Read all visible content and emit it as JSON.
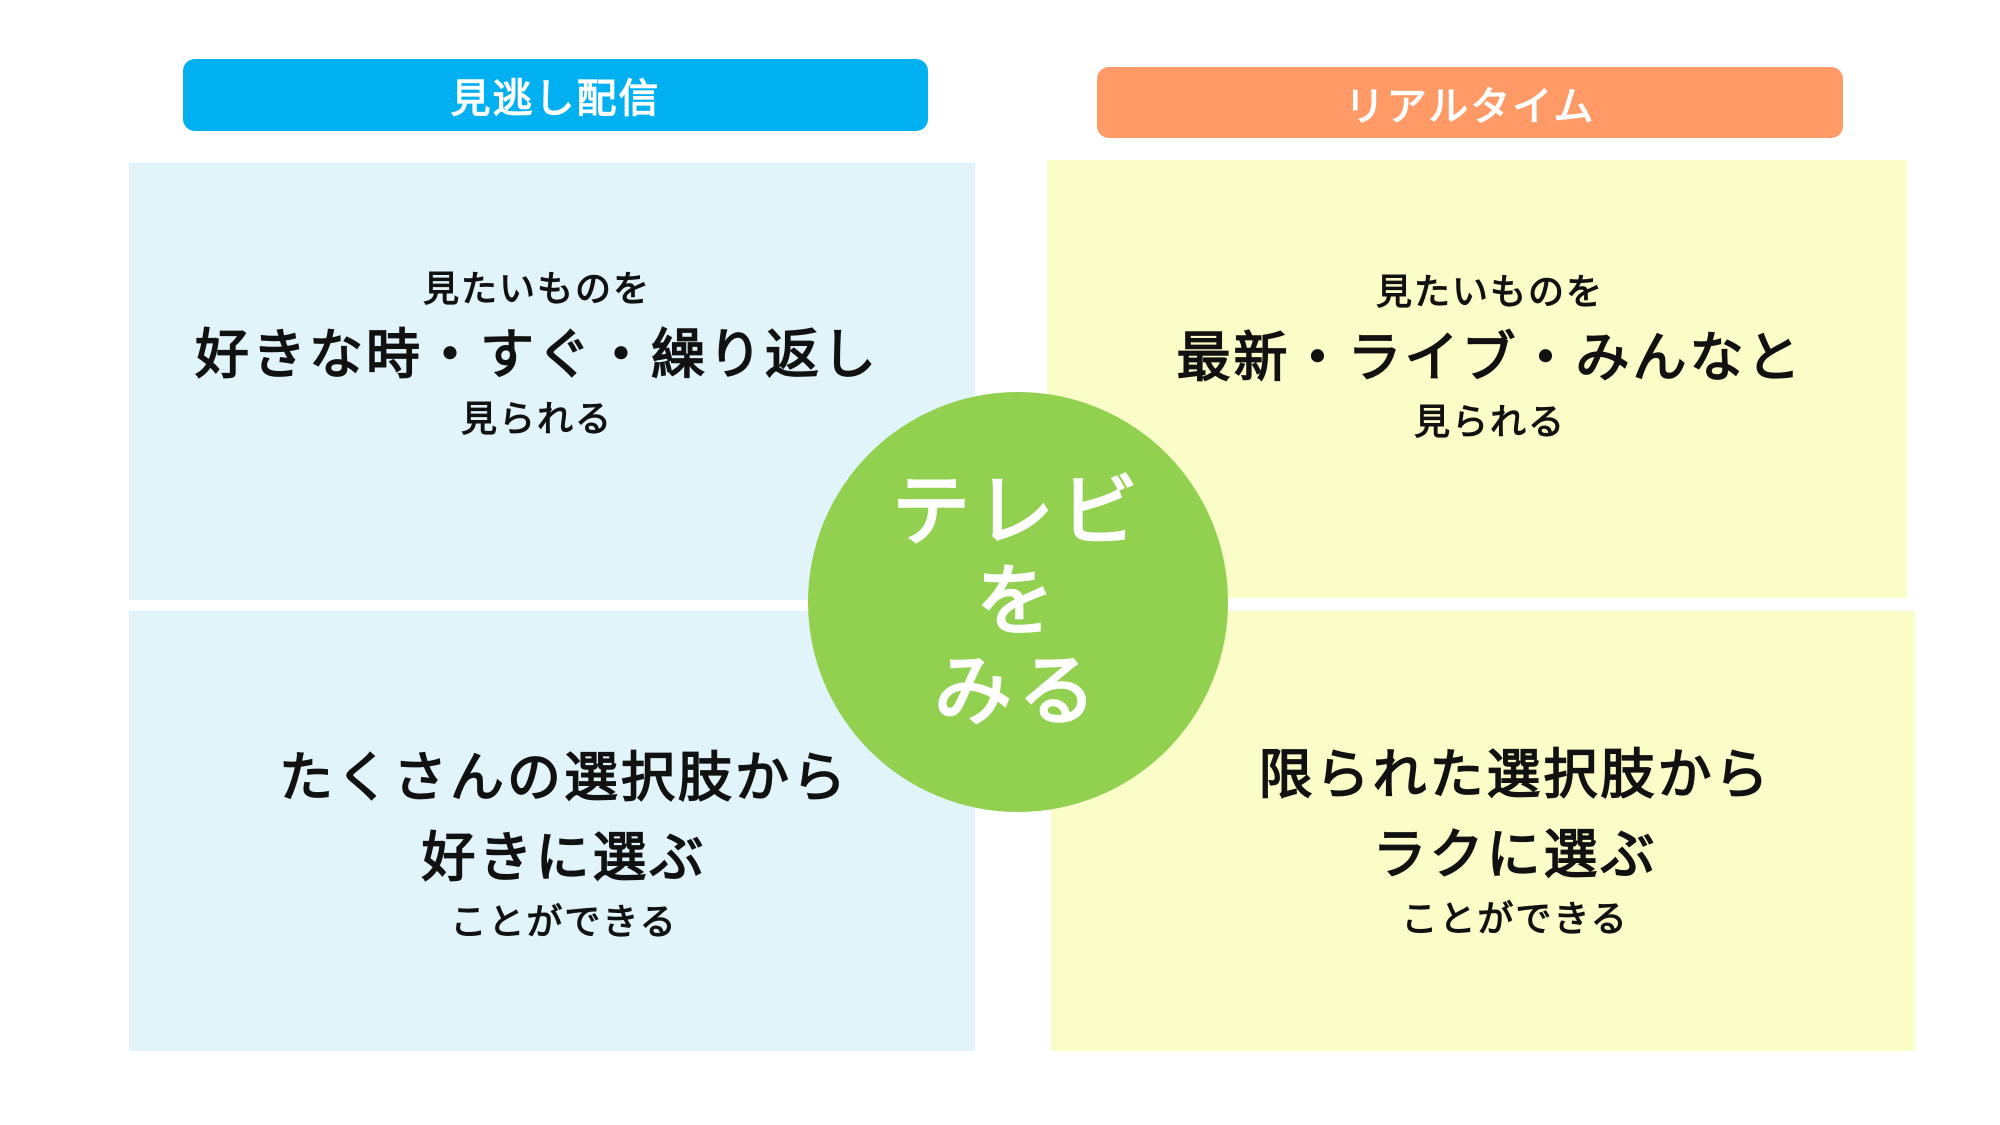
{
  "colors": {
    "left_header": "#00b0f0",
    "right_header": "#ff9966",
    "left_panel": "#e1f4fa",
    "right_panel": "#fafdc7",
    "center_circle": "#92d050"
  },
  "headers": {
    "left": "見逃し配信",
    "right": "リアルタイム"
  },
  "center": {
    "line1": "テレビ",
    "line2": "を",
    "line3": "みる"
  },
  "quadrants": {
    "top_left": {
      "pre": "見たいものを",
      "main": "好きな時・すぐ・繰り返し",
      "post": "見られる"
    },
    "top_right": {
      "pre": "見たいものを",
      "main": "最新・ライブ・みんなと",
      "post": "見られる"
    },
    "bottom_left": {
      "main1": "たくさんの選択肢から",
      "main2": "好きに選ぶ",
      "post": "ことができる"
    },
    "bottom_right": {
      "main1": "限られた選択肢から",
      "main2": "ラクに選ぶ",
      "post": "ことができる"
    }
  }
}
